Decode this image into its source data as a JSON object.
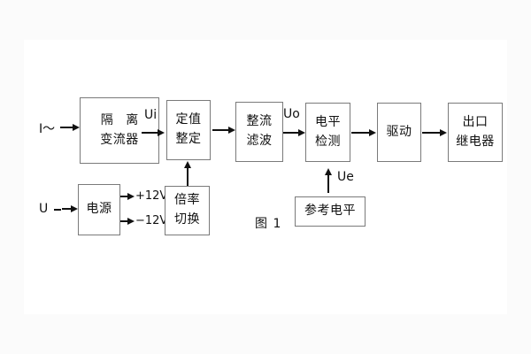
{
  "figure": {
    "caption": "图 1",
    "stroke_color": "#7a7a7a",
    "text_color": "#111111",
    "background": "#fbfbfb",
    "panel_background": "#ffffff"
  },
  "blocks": [
    {
      "id": "isolation-transformer",
      "line1": "隔 离",
      "line2": "变流器"
    },
    {
      "id": "setpoint-adjust",
      "line1": "定值",
      "line2": "整定"
    },
    {
      "id": "rectifier-filter",
      "line1": "整流",
      "line2": "滤波"
    },
    {
      "id": "level-detector",
      "line1": "电平",
      "line2": "检测"
    },
    {
      "id": "driver",
      "line1": "驱动",
      "line2": ""
    },
    {
      "id": "output-relay",
      "line1": "出口",
      "line2": "继电器"
    },
    {
      "id": "power-supply",
      "line1": "电源",
      "line2": ""
    },
    {
      "id": "multiplier-switch",
      "line1": "倍率",
      "line2": "切换"
    },
    {
      "id": "reference-level",
      "line1": "参考电平",
      "line2": ""
    }
  ],
  "signals": {
    "current_input": "I～",
    "voltage_input": "U",
    "ui": "Ui",
    "uo": "Uo",
    "ue": "Ue",
    "rail_positive": "+12V",
    "rail_negative": "−12V"
  }
}
